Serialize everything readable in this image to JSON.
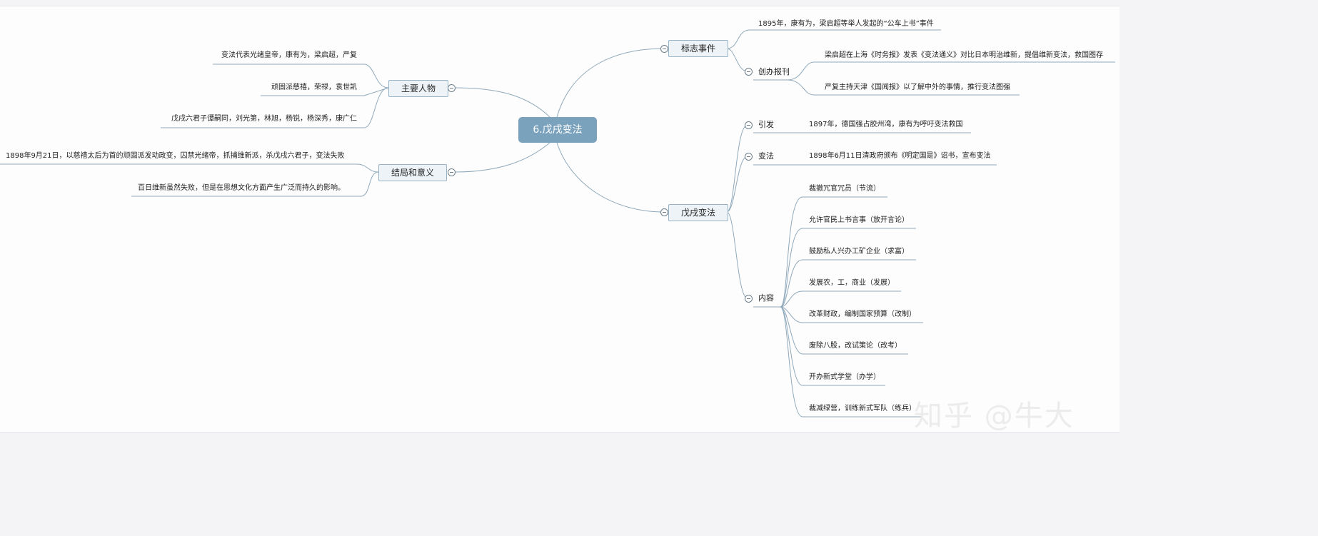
{
  "root": {
    "title": "6.戊戌变法"
  },
  "left": {
    "people": {
      "label": "主要人物",
      "items": [
        "变法代表光绪皇帝，康有为，梁启超，严复",
        "顽固派慈禧，荣禄，袁世凯",
        "戊戌六君子谭嗣同，刘光第，林旭，杨锐，杨深秀，康广仁"
      ]
    },
    "outcome": {
      "label": "结局和意义",
      "items": [
        "1898年9月21日，以慈禧太后为首的顽固派发动政变，囚禁光绪帝，抓捕维新派，杀戊戌六君子，变法失败",
        "百日维新虽然失败，但是在思想文化方面产生广泛而持久的影响。"
      ]
    }
  },
  "right": {
    "events": {
      "label": "标志事件",
      "item": "1895年，康有为，梁启超等举人发起的“公车上书”事件",
      "newspaper": {
        "label": "创办报刊",
        "items": [
          "梁启超在上海《时务报》发表《变法通义》对比日本明治维新，提倡维新变法，救国图存",
          "严复主持天津《国闻报》以了解中外的事情，推行变法图强"
        ]
      }
    },
    "reform": {
      "label": "戊戌变法",
      "trigger": {
        "label": "引发",
        "item": "1897年，德国强占胶州湾，康有为呼吁变法救国"
      },
      "start": {
        "label": "变法",
        "item": "1898年6月11日清政府颁布《明定国是》诏书，宣布变法"
      },
      "content": {
        "label": "内容",
        "items": [
          "裁撤冗官冗员（节流）",
          "允许官民上书言事（放开言论）",
          "鼓励私人兴办工矿企业（求富）",
          "发展农，工，商业（发展）",
          "改革财政，编制国家预算（改制）",
          "废除八股，改试策论（改考）",
          "开办新式学堂（办学）",
          "裁减绿营，训练新式军队（练兵）"
        ]
      }
    }
  },
  "watermark": "知乎 @牛大",
  "colors": {
    "root": "#7ba2bd",
    "line": "#8fa9bb",
    "box_fill": "#eef3f7"
  }
}
